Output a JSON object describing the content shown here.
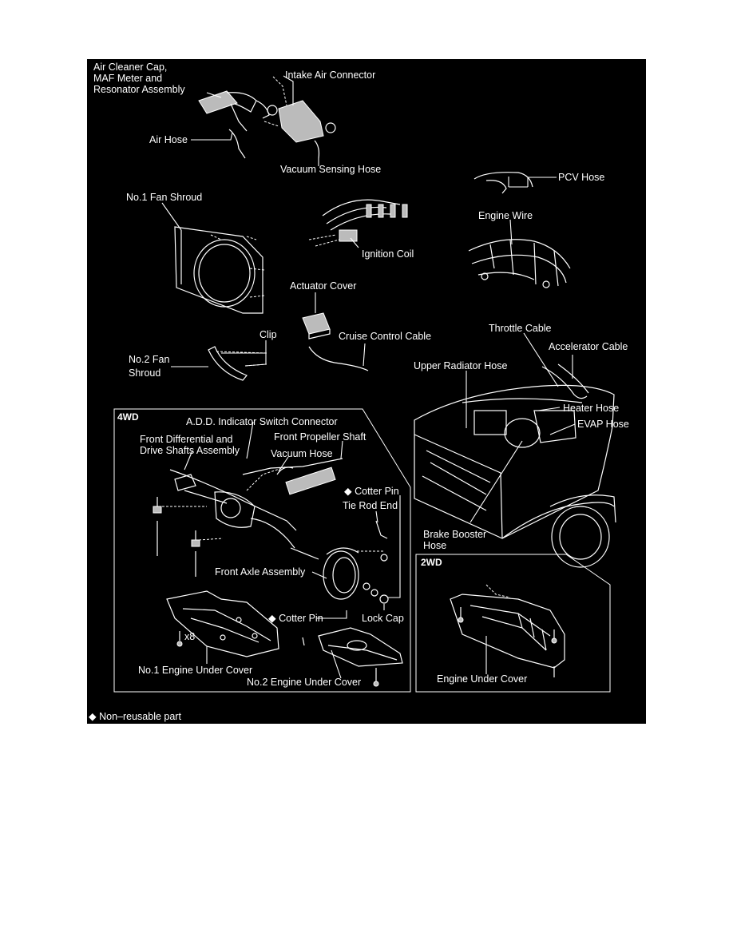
{
  "labels": {
    "air_cleaner": [
      "Air Cleaner Cap,",
      "MAF Meter and",
      "Resonator Assembly"
    ],
    "intake_air_connector": "Intake Air Connector",
    "air_hose": "Air Hose",
    "vacuum_sensing_hose": "Vacuum Sensing Hose",
    "pcv_hose": "PCV Hose",
    "no1_fan_shroud": "No.1 Fan Shroud",
    "engine_wire": "Engine Wire",
    "ignition_coil": "Ignition Coil",
    "actuator_cover": "Actuator Cover",
    "throttle_cable": "Throttle Cable",
    "clip": "Clip",
    "cruise_control_cable": "Cruise Control Cable",
    "accelerator_cable": "Accelerator Cable",
    "no2_fan_shroud": [
      "No.2 Fan",
      "Shroud"
    ],
    "upper_radiator_hose": "Upper Radiator Hose",
    "heater_hose": "Heater Hose",
    "evap_hose": "EVAP Hose",
    "brake_booster_hose": [
      "Brake Booster",
      "Hose"
    ]
  },
  "box_4wd": {
    "title": "4WD",
    "add_connector": "A.D.D. Indicator Switch Connector",
    "front_diff": [
      "Front Differential and",
      "Drive Shafts Assembly"
    ],
    "front_propeller_shaft": "Front Propeller Shaft",
    "vacuum_hose": "Vacuum Hose",
    "cotter_pin_top": "◆ Cotter Pin",
    "tie_rod_end": "Tie Rod End",
    "front_axle_assembly": "Front Axle Assembly",
    "cotter_pin_bottom": "◆ Cotter Pin",
    "lock_cap": "Lock Cap",
    "x8": "x8",
    "no1_engine_under_cover": "No.1 Engine Under Cover",
    "no2_engine_under_cover": "No.2 Engine Under Cover"
  },
  "box_2wd": {
    "title": "2WD",
    "engine_under_cover": "Engine Under Cover"
  },
  "legend": "◆ Non–reusable part",
  "colors": {
    "background": "#000000",
    "ink": "#ffffff",
    "page": "#ffffff"
  }
}
